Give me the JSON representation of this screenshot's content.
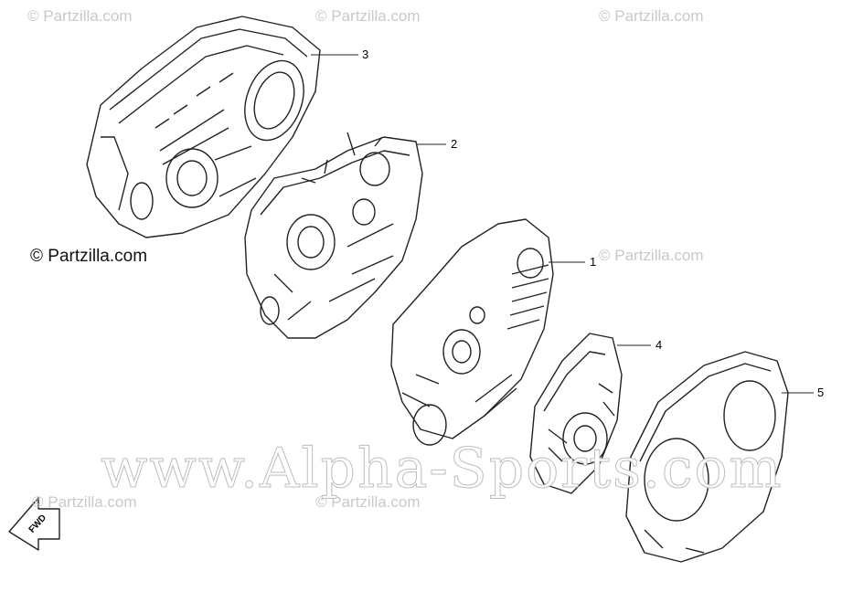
{
  "watermarks": {
    "top_left": "© Partzilla.com",
    "top_center": "© Partzilla.com",
    "top_right": "© Partzilla.com",
    "mid_left": "© Partzilla.com",
    "mid_right": "© Partzilla.com",
    "bottom_left": "© Partzilla.com",
    "bottom_center": "© Partzilla.com",
    "big": "www.Alpha-Sports.com"
  },
  "callouts": {
    "c1": "1",
    "c2": "2",
    "c3": "3",
    "c4": "4",
    "c5": "5"
  },
  "direction_arrow": "FWD"
}
